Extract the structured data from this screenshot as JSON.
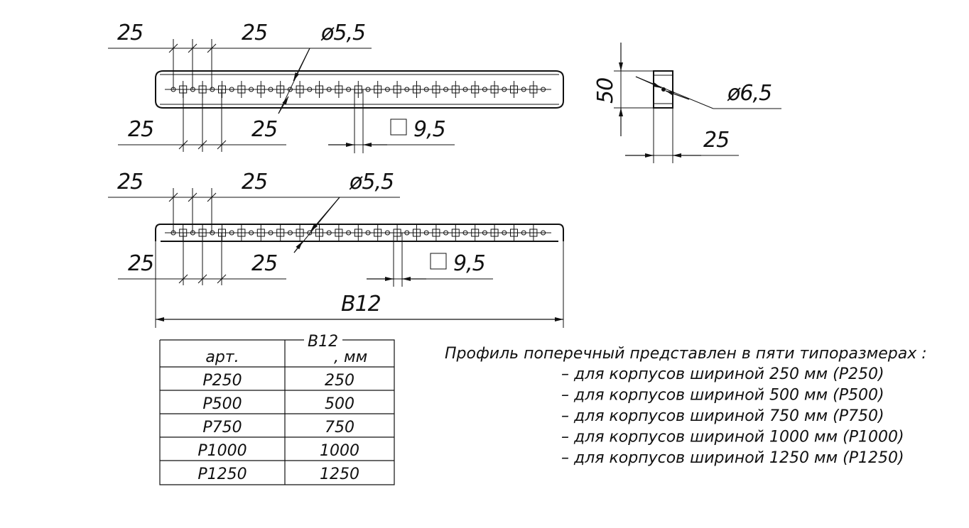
{
  "top_view": {
    "dim_25_tl": "25",
    "dim_25_tr": "25",
    "hole_dia": "ø5,5",
    "dim_25_bl": "25",
    "dim_25_bm": "25",
    "square_size": "9,5"
  },
  "bottom_view": {
    "dim_25_tl": "25",
    "dim_25_tr": "25",
    "hole_dia": "ø5,5",
    "dim_25_bl": "25",
    "dim_25_bm": "25",
    "square_size": "9,5",
    "length_label": "B12"
  },
  "side_view": {
    "height": "50",
    "hole_dia": "ø6,5",
    "width": "25"
  },
  "table": {
    "header_top": "B12",
    "header_unit": ", мм",
    "col_article": "арт.",
    "rows": [
      {
        "article": "P250",
        "length": "250"
      },
      {
        "article": "P500",
        "length": "500"
      },
      {
        "article": "P750",
        "length": "750"
      },
      {
        "article": "P1000",
        "length": "1000"
      },
      {
        "article": "P1250",
        "length": "1250"
      }
    ]
  },
  "notes": {
    "heading": "Профиль поперечный представлен в пяти типоразмерах  :",
    "lines": [
      "– для корпусов шириной 250 мм (P250)",
      "– для корпусов шириной 500 мм (P500)",
      "– для корпусов шириной 750 мм (P750)",
      "– для корпусов шириной 1000 мм (P1000)",
      "– для корпусов шириной 1250 мм (P1250)"
    ]
  }
}
